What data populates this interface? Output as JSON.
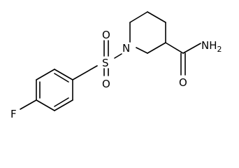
{
  "molecule": {
    "atoms": {
      "fluorine": "F",
      "sulfur": "S",
      "sulfonyl_oxygen_top": "O",
      "sulfonyl_oxygen_bottom": "O",
      "ring_nitrogen": "N",
      "amide_nitrogen": "NH",
      "amide_subscript": "2",
      "carbonyl_oxygen": "O"
    },
    "colors": {
      "bond": "#000000",
      "label": "#000000",
      "background": "#ffffff"
    }
  }
}
